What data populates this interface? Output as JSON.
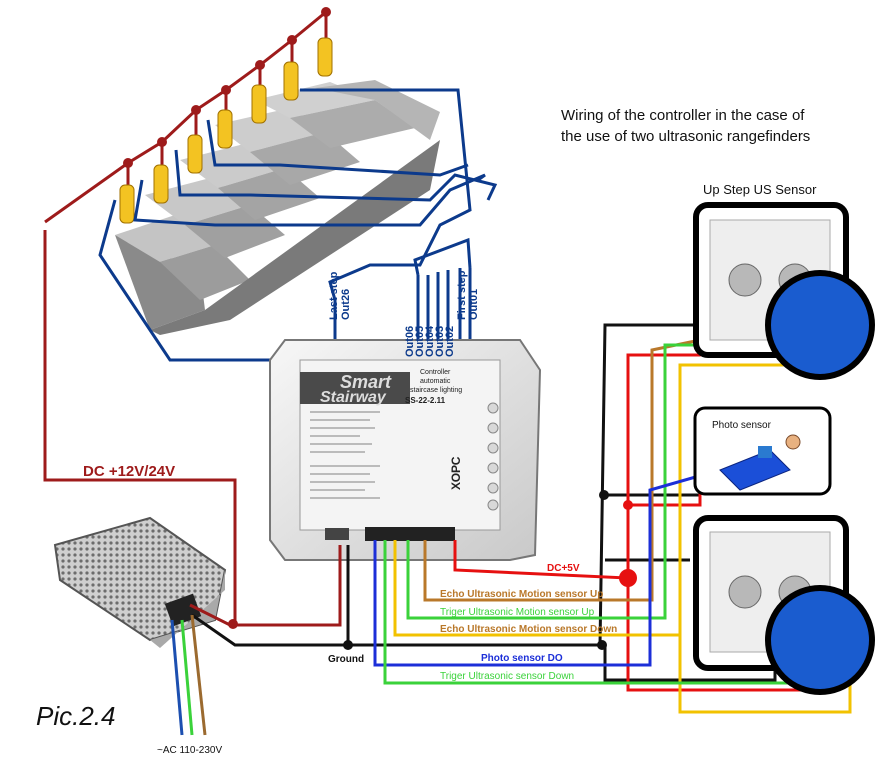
{
  "title_line1": "Wiring of the controller in the case of",
  "title_line2": "the use of two ultrasonic rangefinders",
  "up_sensor_label": "Up Step US Sensor",
  "photo_sensor_label": "Photo sensor",
  "supply_label": "DC +12V/24V",
  "dc5_label": "DC+5V",
  "ground_label": "Ground",
  "ac_label": "~AC 110-230V",
  "pic_label": "Pic.2.4",
  "outputs": {
    "last_step": "Last step",
    "out26": "Out26",
    "out06": "Out06",
    "out05": "Out05",
    "out04": "Out04",
    "out03": "Out03",
    "out02": "Out02",
    "first_step": "First step",
    "out01": "Out01"
  },
  "signals": {
    "echo_up": "Echo Ultrasonic Motion sensor Up",
    "trig_up": "Triger Ultrasonic Motion sensor Up",
    "echo_down": "Echo Ultrasonic Motion sensor Down",
    "photo_do": "Photo sensor DO",
    "trig_down": "Triger Ultrasonic sensor Down"
  },
  "controller": {
    "brand_line1": "Smart",
    "brand_line2": "Stairway",
    "desc1": "Controller",
    "desc2": "automatic",
    "desc3": "staircase lighting",
    "model": "SS-22-2.11",
    "side_text": "ХОРС"
  },
  "colors": {
    "supply": "#9e1b1b",
    "outputs": "#0c3a8c",
    "dc5": "#e61010",
    "ground": "#111111",
    "echo": "#b9782a",
    "trig": "#3ad23a",
    "echo_down": "#f2c200",
    "photo": "#1c2fd8"
  }
}
